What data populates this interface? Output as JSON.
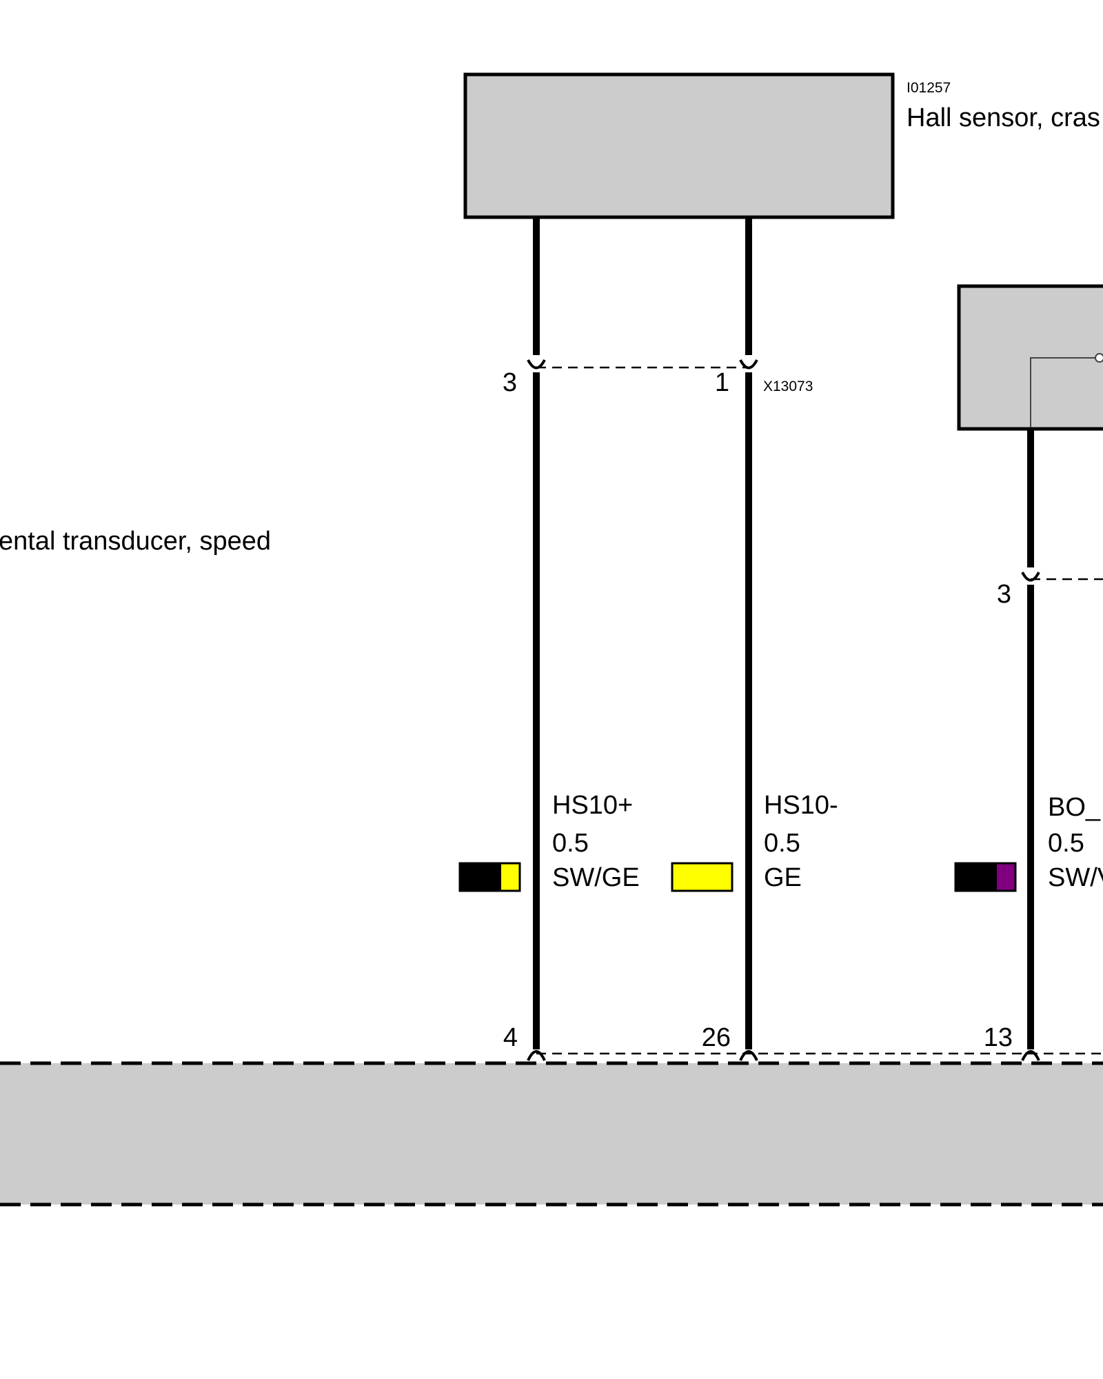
{
  "components": {
    "hall_sensor": {
      "id": "I01257",
      "name": "Hall sensor, cras"
    },
    "incremental_transducer": {
      "name": "ental transducer, speed"
    },
    "connector_top": {
      "id": "X13073"
    }
  },
  "pins": {
    "hs_plus_top": "3",
    "hs_minus_top": "1",
    "bo_top": "3",
    "hs_plus_bottom": "4",
    "hs_minus_bottom": "26",
    "bo_bottom": "13"
  },
  "wires": [
    {
      "signal": "HS10+",
      "gauge": "0.5",
      "color_code": "SW/GE",
      "colors": [
        "#000000",
        "#ffff00"
      ]
    },
    {
      "signal": "HS10-",
      "gauge": "0.5",
      "color_code": "GE",
      "colors": [
        "#ffff00"
      ]
    },
    {
      "signal": "BO_",
      "gauge": "0.5",
      "color_code": "SW/V",
      "colors": [
        "#000000",
        "#800080"
      ]
    }
  ],
  "colors": {
    "component_fill": "#cccccc",
    "stroke": "#000000"
  }
}
